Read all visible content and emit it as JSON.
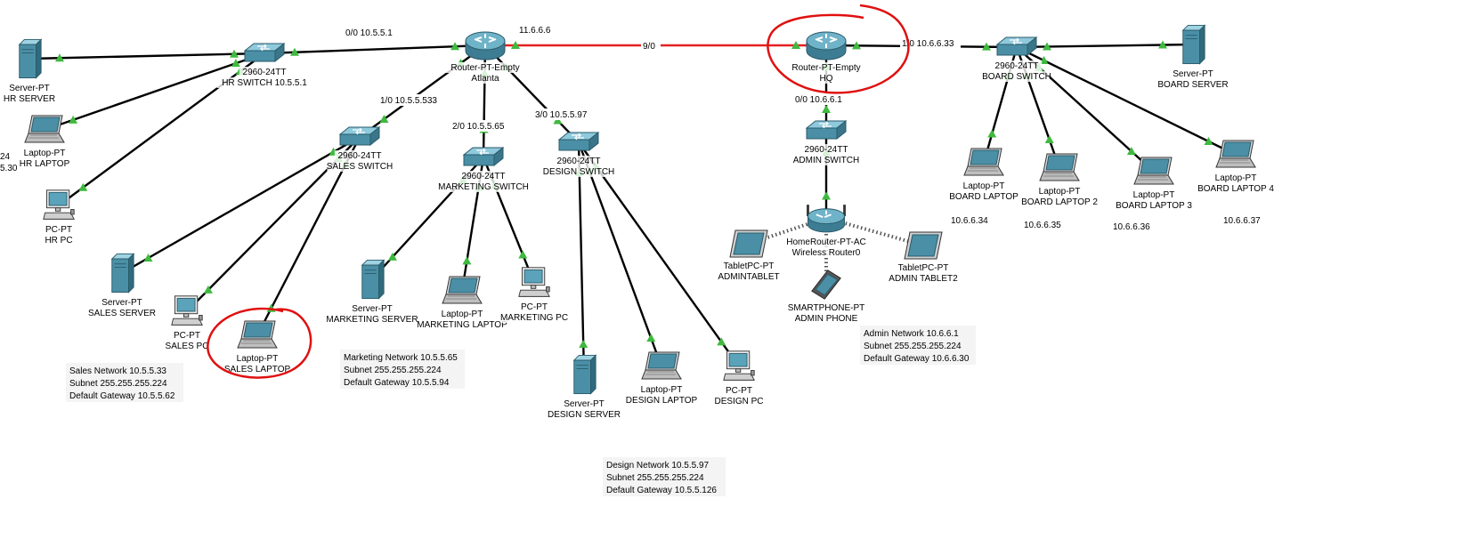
{
  "colors": {
    "link": "#000000",
    "serial_link": "#e52020",
    "port_up": "#3fb93f",
    "annotation": "#e01010",
    "device_teal": "#4a8fa6",
    "note_bg": "#f4f4f4"
  },
  "devices": [
    {
      "id": "hr_server",
      "icon": "server-icon",
      "lines": [
        "Server-PT",
        "HR SERVER"
      ]
    },
    {
      "id": "hr_switch",
      "icon": "switch-icon",
      "lines": [
        "2960-24TT",
        "HR SWITCH 10.5.5.1"
      ]
    },
    {
      "id": "hr_laptop",
      "icon": "laptop-icon",
      "lines": [
        "Laptop-PT",
        "HR LAPTOP"
      ]
    },
    {
      "id": "hr_pc",
      "icon": "pc-icon",
      "lines": [
        "PC-PT",
        "HR PC"
      ]
    },
    {
      "id": "atlanta",
      "icon": "router-icon",
      "lines": [
        "Router-PT-Empty",
        "Atlanta"
      ]
    },
    {
      "id": "sales_switch",
      "icon": "switch-icon",
      "lines": [
        "2960-24TT",
        "SALES SWITCH"
      ]
    },
    {
      "id": "sales_server",
      "icon": "server-icon",
      "lines": [
        "Server-PT",
        "SALES SERVER"
      ]
    },
    {
      "id": "sales_pc",
      "icon": "pc-icon",
      "lines": [
        "PC-PT",
        "SALES PC"
      ]
    },
    {
      "id": "sales_laptop",
      "icon": "laptop-icon",
      "lines": [
        "Laptop-PT",
        "SALES LAPTOP"
      ]
    },
    {
      "id": "marketing_switch",
      "icon": "switch-icon",
      "lines": [
        "2960-24TT",
        "MARKETING SWITCH"
      ]
    },
    {
      "id": "marketing_server",
      "icon": "server-icon",
      "lines": [
        "Server-PT",
        "MARKETING SERVER"
      ]
    },
    {
      "id": "marketing_laptop",
      "icon": "laptop-icon",
      "lines": [
        "Laptop-PT",
        "MARKETING LAPTOP"
      ]
    },
    {
      "id": "marketing_pc",
      "icon": "pc-icon",
      "lines": [
        "PC-PT",
        "MARKETING PC"
      ]
    },
    {
      "id": "design_switch",
      "icon": "switch-icon",
      "lines": [
        "2960-24TT",
        "DESIGN SWITCH"
      ]
    },
    {
      "id": "design_server",
      "icon": "server-icon",
      "lines": [
        "Server-PT",
        "DESIGN SERVER"
      ]
    },
    {
      "id": "design_laptop",
      "icon": "laptop-icon",
      "lines": [
        "Laptop-PT",
        "DESIGN LAPTOP"
      ]
    },
    {
      "id": "design_pc",
      "icon": "pc-icon",
      "lines": [
        "PC-PT",
        "DESIGN PC"
      ]
    },
    {
      "id": "hq",
      "icon": "router-icon",
      "lines": [
        "Router-PT-Empty",
        "HQ"
      ]
    },
    {
      "id": "admin_switch",
      "icon": "switch-icon",
      "lines": [
        "2960-24TT",
        "ADMIN SWITCH"
      ]
    },
    {
      "id": "wireless_router",
      "icon": "wireless-router-icon",
      "lines": [
        "HomeRouter-PT-AC",
        "Wireless Router0"
      ]
    },
    {
      "id": "admin_tablet",
      "icon": "tablet-icon",
      "lines": [
        "TabletPC-PT",
        "ADMINTABLET"
      ]
    },
    {
      "id": "admin_tablet2",
      "icon": "tablet-icon",
      "lines": [
        "TabletPC-PT",
        "ADMIN TABLET2"
      ]
    },
    {
      "id": "admin_phone",
      "icon": "smartphone-icon",
      "lines": [
        "SMARTPHONE-PT",
        "ADMIN PHONE"
      ]
    },
    {
      "id": "board_switch",
      "icon": "switch-icon",
      "lines": [
        "2960-24TT",
        "BOARD SWITCH"
      ]
    },
    {
      "id": "board_server",
      "icon": "server-icon",
      "lines": [
        "Server-PT",
        "BOARD SERVER"
      ]
    },
    {
      "id": "board_laptop",
      "icon": "laptop-icon",
      "lines": [
        "Laptop-PT",
        "BOARD LAPTOP"
      ]
    },
    {
      "id": "board_laptop2",
      "icon": "laptop-icon",
      "lines": [
        "Laptop-PT",
        "BOARD LAPTOP 2"
      ]
    },
    {
      "id": "board_laptop3",
      "icon": "laptop-icon",
      "lines": [
        "Laptop-PT",
        "BOARD LAPTOP 3"
      ]
    },
    {
      "id": "board_laptop4",
      "icon": "laptop-icon",
      "lines": [
        "Laptop-PT",
        "BOARD LAPTOP 4"
      ]
    }
  ],
  "links": [
    {
      "from": "hr_switch",
      "to": "atlanta",
      "type": "copper"
    },
    {
      "from": "hr_server",
      "to": "hr_switch",
      "type": "copper"
    },
    {
      "from": "hr_laptop",
      "to": "hr_switch",
      "type": "copper"
    },
    {
      "from": "hr_pc",
      "to": "hr_switch",
      "type": "copper"
    },
    {
      "from": "atlanta",
      "to": "sales_switch",
      "type": "copper"
    },
    {
      "from": "atlanta",
      "to": "marketing_switch",
      "type": "copper"
    },
    {
      "from": "atlanta",
      "to": "design_switch",
      "type": "copper"
    },
    {
      "from": "atlanta",
      "to": "hq",
      "type": "serial"
    },
    {
      "from": "sales_switch",
      "to": "sales_server",
      "type": "copper"
    },
    {
      "from": "sales_switch",
      "to": "sales_pc",
      "type": "copper"
    },
    {
      "from": "sales_switch",
      "to": "sales_laptop",
      "type": "copper"
    },
    {
      "from": "marketing_switch",
      "to": "marketing_server",
      "type": "copper"
    },
    {
      "from": "marketing_switch",
      "to": "marketing_laptop",
      "type": "copper"
    },
    {
      "from": "marketing_switch",
      "to": "marketing_pc",
      "type": "copper"
    },
    {
      "from": "design_switch",
      "to": "design_server",
      "type": "copper"
    },
    {
      "from": "design_switch",
      "to": "design_laptop",
      "type": "copper"
    },
    {
      "from": "design_switch",
      "to": "design_pc",
      "type": "copper"
    },
    {
      "from": "hq",
      "to": "admin_switch",
      "type": "copper"
    },
    {
      "from": "hq",
      "to": "board_switch",
      "type": "copper"
    },
    {
      "from": "admin_switch",
      "to": "wireless_router",
      "type": "copper"
    },
    {
      "from": "board_switch",
      "to": "board_server",
      "type": "copper"
    },
    {
      "from": "board_switch",
      "to": "board_laptop",
      "type": "copper"
    },
    {
      "from": "board_switch",
      "to": "board_laptop2",
      "type": "copper"
    },
    {
      "from": "board_switch",
      "to": "board_laptop3",
      "type": "copper"
    },
    {
      "from": "board_switch",
      "to": "board_laptop4",
      "type": "copper"
    },
    {
      "from": "wireless_router",
      "to": "admin_tablet",
      "type": "wireless"
    },
    {
      "from": "wireless_router",
      "to": "admin_tablet2",
      "type": "wireless"
    },
    {
      "from": "wireless_router",
      "to": "admin_phone",
      "type": "wireless"
    }
  ],
  "port_labels": [
    {
      "id": "p_atl_hr",
      "text": "0/0 10.5.5.1"
    },
    {
      "id": "p_atl_serial",
      "text": "11.6.6.6"
    },
    {
      "id": "p_hq_serial",
      "text": "9/0"
    },
    {
      "id": "p_hq_board",
      "text": "1/0 10.6.6.33"
    },
    {
      "id": "p_atl_sales",
      "text": "1/0 10.5.5.533"
    },
    {
      "id": "p_atl_mkt",
      "text": "2/0 10.5.5.65"
    },
    {
      "id": "p_atl_design",
      "text": "3/0 10.5.5.97"
    },
    {
      "id": "p_hq_admin",
      "text": "0/0 10.6.6.1"
    }
  ],
  "ip_labels": [
    {
      "id": "ip_b1",
      "text": "10.6.6.34"
    },
    {
      "id": "ip_b2",
      "text": "10.6.6.35"
    },
    {
      "id": "ip_b3",
      "text": "10.6.6.36"
    },
    {
      "id": "ip_b4",
      "text": "10.6.6.37"
    },
    {
      "id": "cut_a",
      "text": "24"
    },
    {
      "id": "cut_b",
      "text": "5.30"
    }
  ],
  "notes": [
    {
      "id": "sales_note",
      "lines": [
        "Sales Network 10.5.5.33",
        "Subnet 255.255.255.224",
        "Default Gateway 10.5.5.62"
      ]
    },
    {
      "id": "marketing_note",
      "lines": [
        "Marketing Network 10.5.5.65",
        "Subnet 255.255.255.224",
        "Default Gateway 10.5.5.94"
      ]
    },
    {
      "id": "design_note",
      "lines": [
        "Design Network 10.5.5.97",
        "Subnet 255.255.255.224",
        "Default Gateway 10.5.5.126"
      ]
    },
    {
      "id": "admin_note",
      "lines": [
        "Admin Network 10.6.6.1",
        "Subnet 255.255.255.224",
        "Default Gateway 10.6.6.30"
      ]
    }
  ],
  "annotations": [
    {
      "id": "circle_hq",
      "shape": "hand-drawn-circle"
    },
    {
      "id": "circle_sales_laptop",
      "shape": "hand-drawn-circle"
    }
  ]
}
